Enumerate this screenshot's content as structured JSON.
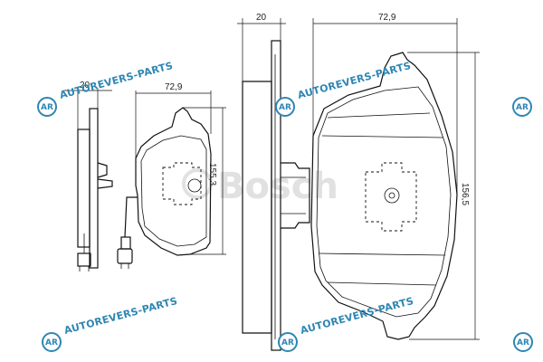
{
  "dimensions": {
    "left_thickness": "20",
    "left_width": "72,9",
    "left_height": "155,3",
    "right_thickness": "20",
    "right_width": "72,9",
    "right_height": "156,5"
  },
  "brand": {
    "watermark": "Bosch"
  },
  "watermark": {
    "logo_letters": "AR",
    "text": "AUTOREVERS-PARTS",
    "color": "#2f86b3"
  }
}
